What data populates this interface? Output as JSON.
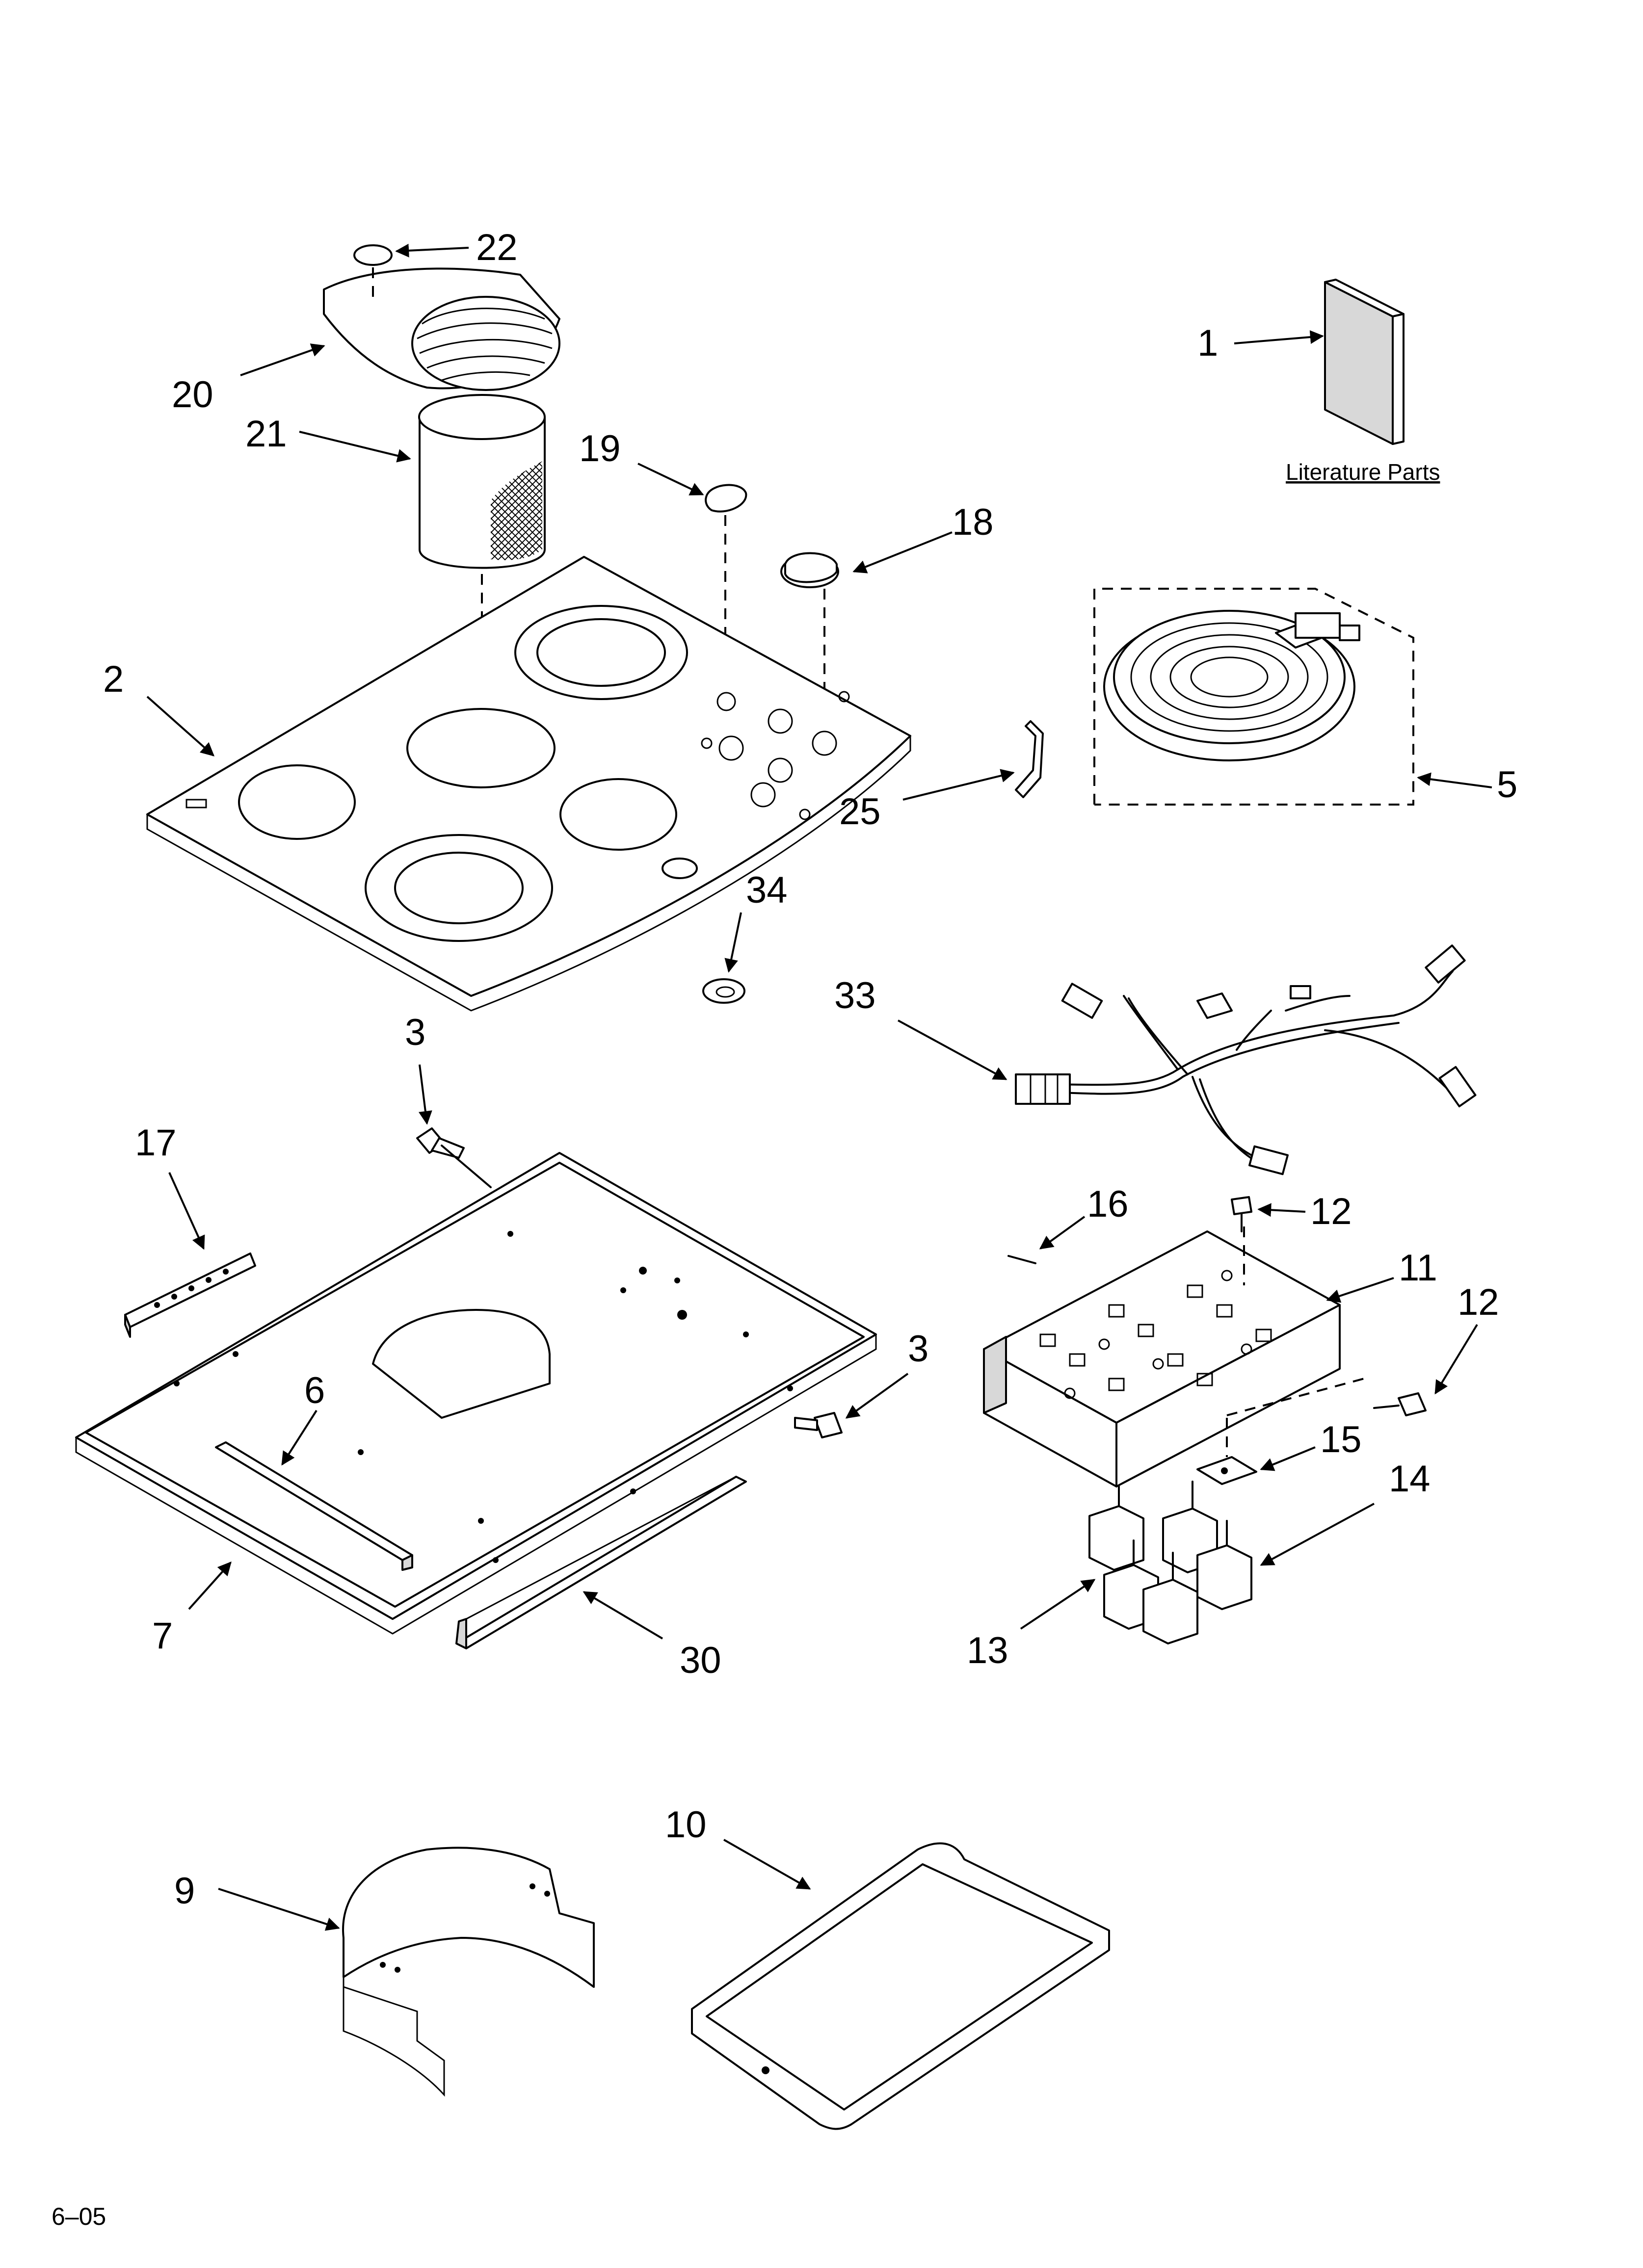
{
  "diagram": {
    "literature_label": "Literature Parts",
    "footer_code": "6–05",
    "callouts": {
      "p1": "1",
      "p2": "2",
      "p3a": "3",
      "p3b": "3",
      "p5": "5",
      "p6": "6",
      "p7": "7",
      "p9": "9",
      "p10": "10",
      "p11": "11",
      "p12a": "12",
      "p12b": "12",
      "p13": "13",
      "p14": "14",
      "p15": "15",
      "p16": "16",
      "p17": "17",
      "p18": "18",
      "p19": "19",
      "p20": "20",
      "p21": "21",
      "p22": "22",
      "p25": "25",
      "p30": "30",
      "p33": "33",
      "p34": "34"
    }
  }
}
